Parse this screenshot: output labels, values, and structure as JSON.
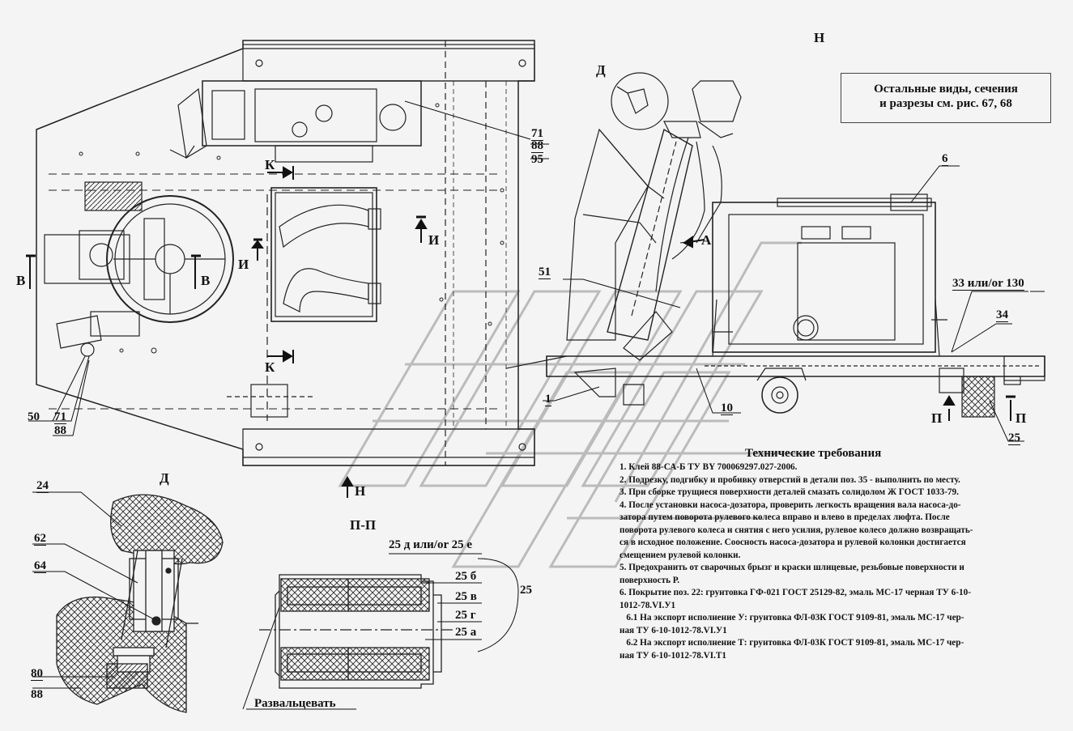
{
  "view_label": "Н",
  "note": {
    "line1": "Остальные виды, сечения",
    "line2": "и разрезы см. рис. 67, 68"
  },
  "section_labels": {
    "detail": "Д",
    "section": "П-П"
  },
  "view_marks": {
    "b": "В",
    "i": "И",
    "k": "К",
    "a": "А",
    "p": "П",
    "d": "Д",
    "n": "Н"
  },
  "callouts": {
    "c71": "71",
    "c88": "88",
    "c95": "95",
    "c6": "6",
    "c51": "51",
    "c33": "33 или/or 130",
    "c34": "34",
    "c1": "1",
    "c10": "10",
    "c25": "25",
    "c50": "50",
    "c71b": "71",
    "c88b": "88",
    "c24": "24",
    "c62": "62",
    "c64": "64",
    "c80": "80",
    "c88c": "88",
    "c25de": "25 д или/or 25 е",
    "c25b": "25 б",
    "c25v": "25 в",
    "c25g": "25 г",
    "c25a": "25 а",
    "c25r": "25",
    "rolling": "Развальцевать"
  },
  "tech": {
    "title": "Технические требования",
    "lines": [
      "1. Клей 88-СА-Б ТУ BY 700069297.027-2006.",
      "2. Подрезку, подгибку и пробивку отверстий в детали поз. 35 - выполнить по месту.",
      "3. При сборке трущиеся поверхности деталей смазать солидолом Ж ГОСТ 1033-79.",
      "4. После установки насоса-дозатора, проверить легкость вращения вала насоса-до-",
      "затора путем поворота рулевого колеса вправо и влево в пределах люфта. После",
      "поворота рулевого колеса и снятия с него усилия, рулевое колесо должно возвращать-",
      "ся в исходное положение. Соосность насоса-дозатора и рулевой колонки достигается",
      "смещением рулевой колонки.",
      "5. Предохранить от сварочных брызг и краски шлицевые, резьбовые поверхности и",
      "поверхность Р.",
      "6. Покрытие поз. 22: грунтовка ГФ-021 ГОСТ 25129-82, эмаль МС-17 черная ТУ 6-10-",
      "1012-78.VI.У1",
      "   6.1 На экспорт исполнение У: грунтовка ФЛ-03К ГОСТ 9109-81, эмаль МС-17 чер-",
      "ная ТУ 6-10-1012-78.VI.У1",
      "   6.2 На экспорт исполнение Т: грунтовка ФЛ-03К ГОСТ 9109-81, эмаль МС-17 чер-",
      "ная ТУ 6-10-1012-78.VI.Т1"
    ]
  }
}
